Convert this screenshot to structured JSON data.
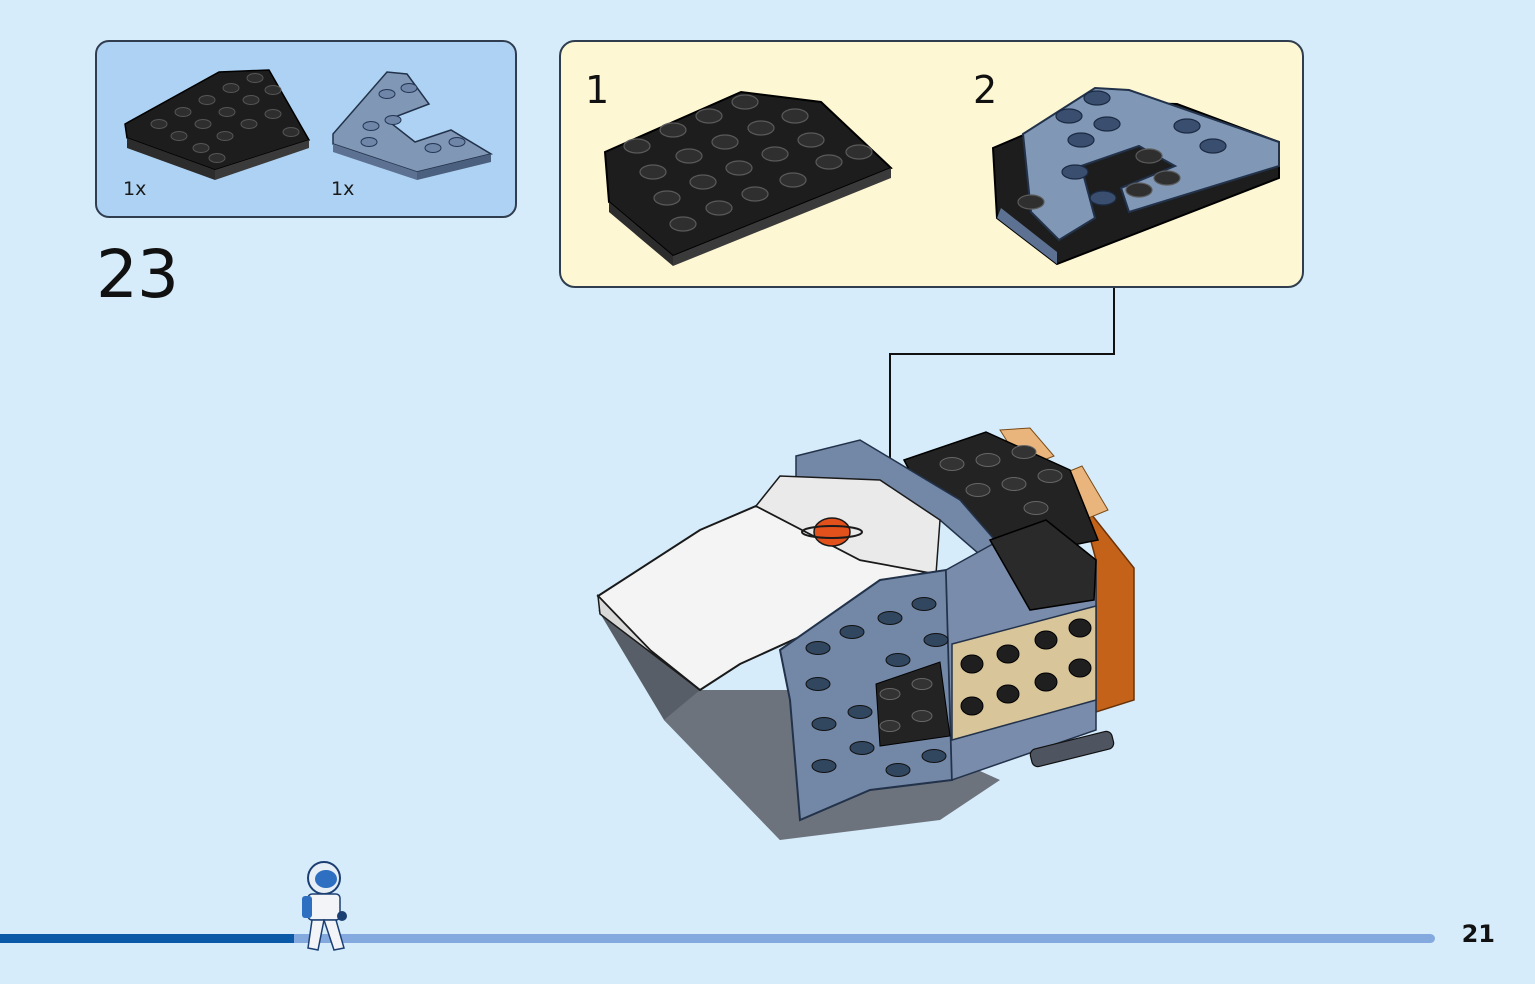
{
  "parts_list": {
    "items": [
      {
        "quantity": "1x",
        "piece": "black-wedge-plate-icon"
      },
      {
        "quantity": "1x",
        "piece": "sand-blue-wedge-plate-cutout-icon"
      }
    ]
  },
  "step": {
    "number": "23"
  },
  "sub_assembly": {
    "steps": [
      {
        "label": "1"
      },
      {
        "label": "2"
      }
    ]
  },
  "page": {
    "number": "21"
  },
  "progress": {
    "fraction": 0.205
  },
  "colors": {
    "background": "#d6ecfb",
    "parts_box": "#aed2f3",
    "sub_box": "#fdf7d3",
    "black_brick": "#1f1f1f",
    "sand_blue_brick": "#7387a6",
    "orange_brick": "#c4621a",
    "tan_brick": "#d9c59a",
    "progress_fill": "#0b5aa8",
    "progress_track": "#84a9de"
  }
}
